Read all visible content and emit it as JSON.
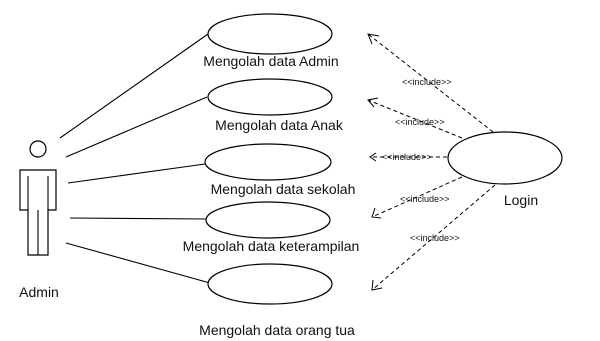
{
  "actors": [
    {
      "id": "admin",
      "label": "Admin"
    },
    {
      "id": "login",
      "label": "Login"
    }
  ],
  "use_cases": [
    {
      "id": "uc1",
      "label": "Mengolah data Admin"
    },
    {
      "id": "uc2",
      "label": "Mengolah data Anak"
    },
    {
      "id": "uc3",
      "label": "Mengolah data sekolah"
    },
    {
      "id": "uc4",
      "label": "Mengolah data keterampilan"
    },
    {
      "id": "uc5",
      "label": "Mengolah data orang tua"
    }
  ],
  "include_label": "<<include>>"
}
